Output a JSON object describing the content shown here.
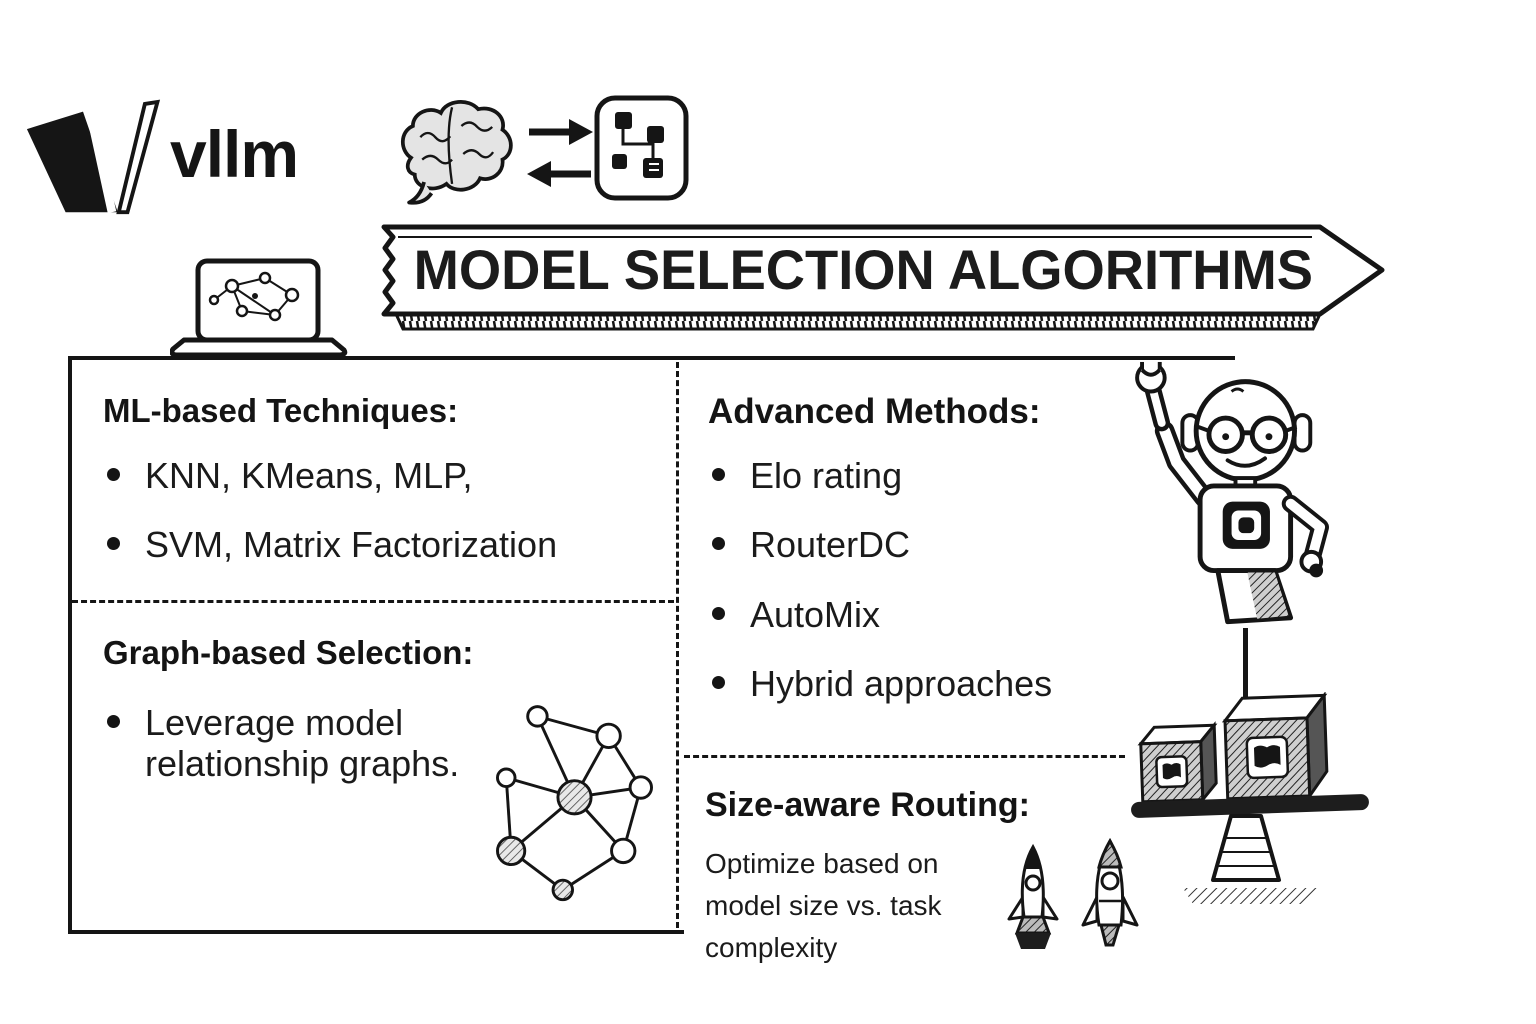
{
  "colors": {
    "ink": "#1a1a1a",
    "paper": "#ffffff",
    "shade": "#e8e8e8"
  },
  "logo": {
    "text": "vllm"
  },
  "banner": {
    "title": "MODEL SELECTION ALGORITHMS"
  },
  "panels": {
    "ml_based": {
      "heading": "ML-based Techniques:",
      "bullets": [
        "KNN, KMeans, MLP,",
        "SVM, Matrix Factorization"
      ]
    },
    "graph_based": {
      "heading": "Graph-based Selection:",
      "bullets": [
        "Leverage model relationship graphs."
      ]
    },
    "advanced": {
      "heading": "Advanced Methods:",
      "bullets": [
        "Elo rating",
        "RouterDC",
        "AutoMix",
        "Hybrid approaches"
      ]
    },
    "size_aware": {
      "heading": "Size-aware Routing:",
      "body": "Optimize based on model size vs. task complexity"
    }
  },
  "icons": {
    "logo_mark": "vllm-logo-mark",
    "brain": "brain-icon",
    "transfer_arrows": "bidirectional-arrows-icon",
    "flowchart": "flowchart-icon",
    "laptop": "laptop-graph-icon",
    "network_graph": "network-graph-icon",
    "robot": "robot-mascot-icon",
    "scale": "balance-scale-icon",
    "rockets": "rockets-icon"
  }
}
